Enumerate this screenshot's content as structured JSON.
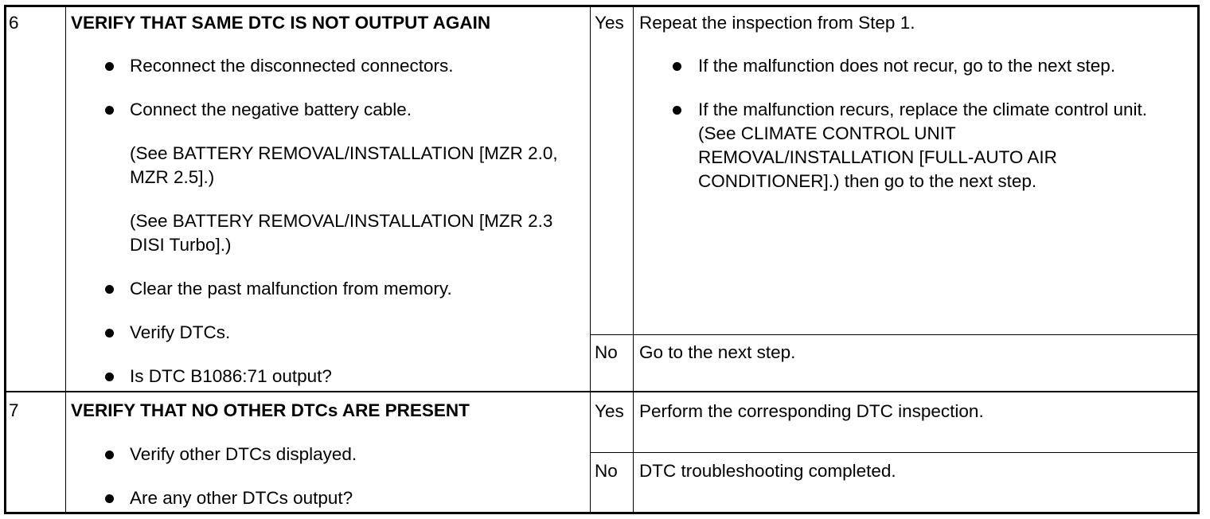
{
  "rows": [
    {
      "step": "6",
      "title": "VERIFY THAT SAME DTC IS NOT OUTPUT AGAIN",
      "items": [
        "Reconnect the disconnected connectors.",
        "Connect the negative battery cable.",
        "(See BATTERY REMOVAL/INSTALLATION [MZR 2.0, MZR 2.5].)",
        "(See BATTERY REMOVAL/INSTALLATION [MZR 2.3 DISI Turbo].)",
        "Clear the past malfunction from memory.",
        "Verify DTCs.",
        "Is DTC B1086:71 output?"
      ],
      "yes_label": "Yes",
      "yes_text": "Repeat the inspection from Step 1.",
      "yes_items": [
        "If the malfunction does not recur, go to the next step.",
        "If the malfunction recurs, replace the climate control unit. (See CLIMATE CONTROL UNIT REMOVAL/INSTALLATION [FULL-AUTO AIR CONDITIONER].) then go to the next step."
      ],
      "no_label": "No",
      "no_text": "Go to the next step."
    },
    {
      "step": "7",
      "title": "VERIFY THAT NO OTHER DTCs ARE PRESENT",
      "items": [
        "Verify other DTCs displayed.",
        "Are any other DTCs output?"
      ],
      "yes_label": "Yes",
      "yes_text": "Perform the corresponding DTC inspection.",
      "no_label": "No",
      "no_text": "DTC troubleshooting completed."
    }
  ]
}
